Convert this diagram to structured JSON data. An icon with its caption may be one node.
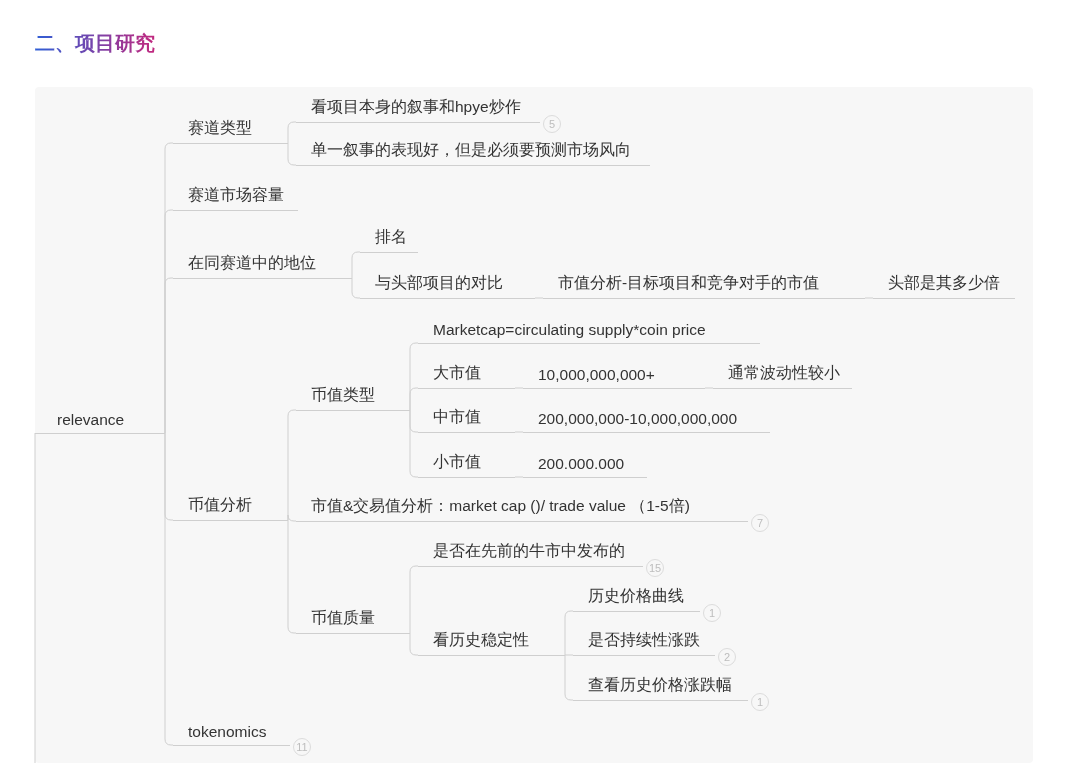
{
  "diagram": {
    "title": "二、项目研究",
    "nodes": [
      {
        "text": [
          "relevance"
        ]
      },
      {
        "text": [
          "赛道类型"
        ]
      },
      {
        "text": [
          "看项目本身的叙事和hpye炒作"
        ],
        "beside": [
          "5"
        ]
      },
      {
        "text": [
          "单一叙事的表现好，但是必须要预测市场风向"
        ]
      },
      {
        "text": [
          "赛道市场容量"
        ]
      },
      {
        "text": [
          "在同赛道中的地位"
        ]
      },
      {
        "text": [
          "排名"
        ]
      },
      {
        "text": [
          "与头部项目的对比"
        ]
      },
      {
        "text": [
          "市值分析-目标项目和竞争对手的市值"
        ]
      },
      {
        "text": [
          "头部是其多少倍"
        ]
      },
      {
        "text": [
          "币值分析"
        ]
      },
      {
        "text": [
          "币值类型"
        ]
      },
      {
        "text": [
          "Marketcap=circulating supply*coin price"
        ]
      },
      {
        "text": [
          "大市值"
        ]
      },
      {
        "text": [
          "10,000,000,000+"
        ]
      },
      {
        "text": [
          "通常波动性较小"
        ]
      },
      {
        "text": [
          "中市值"
        ]
      },
      {
        "text": [
          "200,000,000-10,000,000,000"
        ]
      },
      {
        "text": [
          "小市值"
        ]
      },
      {
        "text": [
          "200.000.000"
        ]
      },
      {
        "text": [
          "市值&交易值分析：market cap ()/ trade value （1-5倍)"
        ],
        "beside": [
          "7"
        ]
      },
      {
        "text": [
          "币值质量"
        ]
      },
      {
        "text": [
          "是否在先前的牛市中发布的"
        ],
        "beside": [
          "15"
        ]
      },
      {
        "text": [
          "看历史稳定性"
        ]
      },
      {
        "text": [
          "历史价格曲线"
        ],
        "beside": [
          "1"
        ]
      },
      {
        "text": [
          "是否持续性涨跌"
        ],
        "beside": [
          "2"
        ]
      },
      {
        "text": [
          "查看历史价格涨跌幅"
        ],
        "beside": [
          "1"
        ]
      },
      {
        "text": [
          "tokenomics"
        ],
        "beside": [
          "11"
        ]
      }
    ],
    "edges": [
      {
        "from": 0,
        "to": 1,
        "arrow": "none"
      },
      {
        "from": 0,
        "to": 4,
        "arrow": "none"
      },
      {
        "from": 0,
        "to": 5,
        "arrow": "none"
      },
      {
        "from": 0,
        "to": 10,
        "arrow": "none"
      },
      {
        "from": 0,
        "to": 27,
        "arrow": "none"
      },
      {
        "from": 1,
        "to": 2,
        "arrow": "none"
      },
      {
        "from": 1,
        "to": 3,
        "arrow": "none"
      },
      {
        "from": 5,
        "to": 6,
        "arrow": "none"
      },
      {
        "from": 5,
        "to": 7,
        "arrow": "none"
      },
      {
        "from": 7,
        "to": 8,
        "arrow": "none"
      },
      {
        "from": 8,
        "to": 9,
        "arrow": "none"
      },
      {
        "from": 10,
        "to": 11,
        "arrow": "none"
      },
      {
        "from": 10,
        "to": 20,
        "arrow": "none"
      },
      {
        "from": 10,
        "to": 21,
        "arrow": "none"
      },
      {
        "from": 11,
        "to": 12,
        "arrow": "none"
      },
      {
        "from": 11,
        "to": 13,
        "arrow": "none"
      },
      {
        "from": 11,
        "to": 16,
        "arrow": "none"
      },
      {
        "from": 11,
        "to": 18,
        "arrow": "none"
      },
      {
        "from": 13,
        "to": 14,
        "arrow": "none"
      },
      {
        "from": 14,
        "to": 15,
        "arrow": "none"
      },
      {
        "from": 16,
        "to": 17,
        "arrow": "none"
      },
      {
        "from": 18,
        "to": 19,
        "arrow": "none"
      },
      {
        "from": 21,
        "to": 22,
        "arrow": "none"
      },
      {
        "from": 21,
        "to": 23,
        "arrow": "none"
      },
      {
        "from": 23,
        "to": 24,
        "arrow": "none"
      },
      {
        "from": 23,
        "to": 25,
        "arrow": "none"
      },
      {
        "from": 23,
        "to": 26,
        "arrow": "none"
      }
    ]
  }
}
